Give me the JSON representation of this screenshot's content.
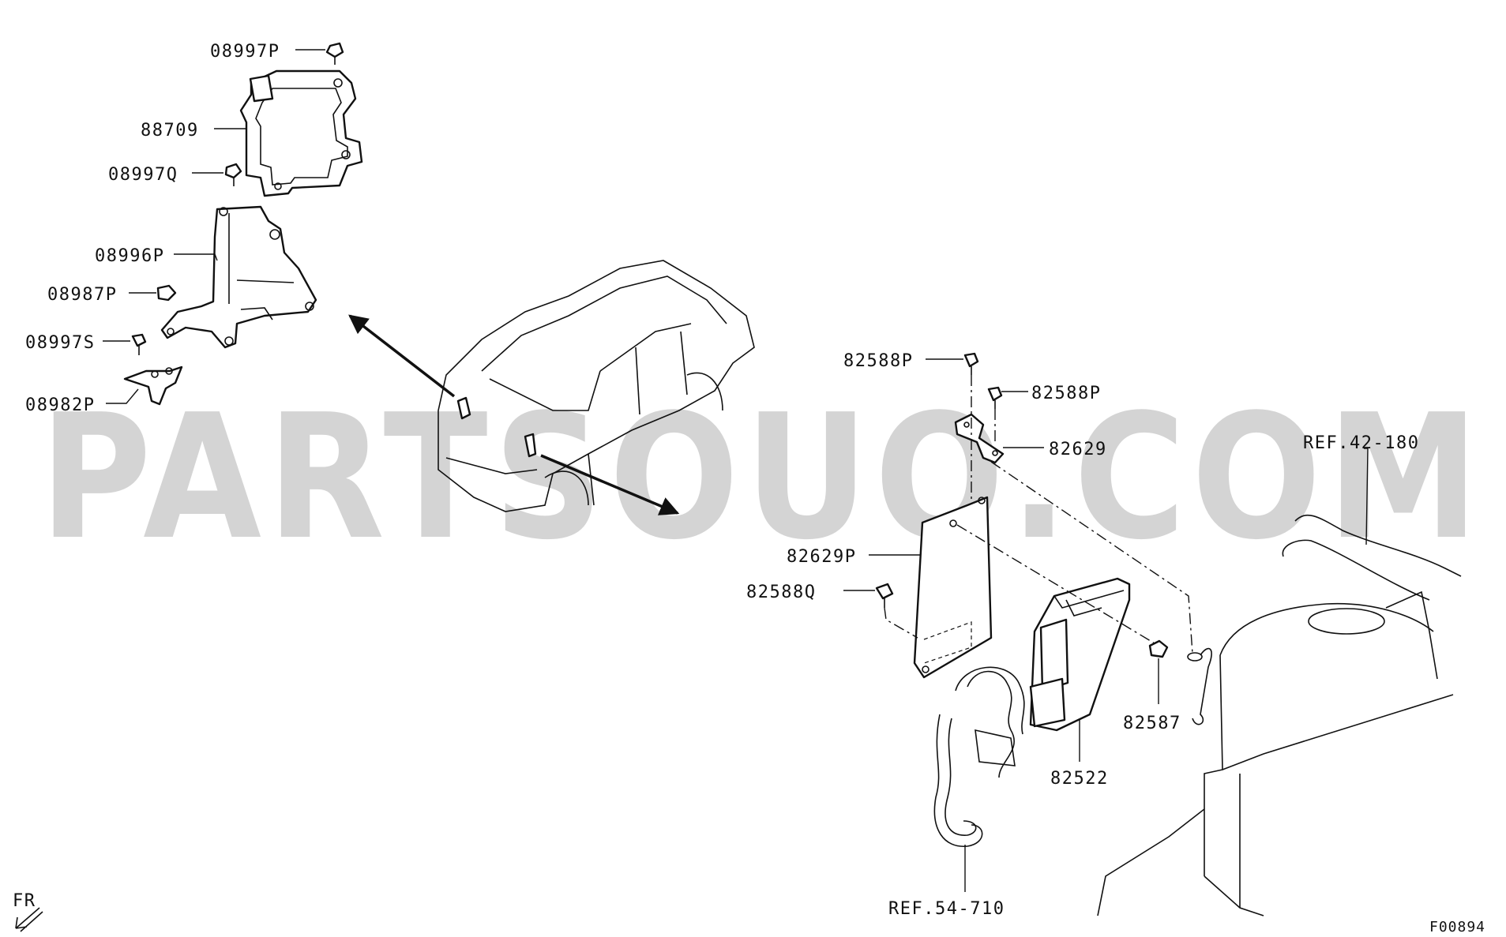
{
  "watermark": "PARTSOUQ.COM",
  "figure_code": "F00894",
  "orientation": "FR",
  "labels": {
    "p08997P": "08997P",
    "p88709": "88709",
    "p08997Q": "08997Q",
    "p08996P": "08996P",
    "p08987P": "08987P",
    "p08997S": "08997S",
    "p08982P": "08982P",
    "p82588P_a": "82588P",
    "p82588P_b": "82588P",
    "p82629": "82629",
    "ref42": "REF.42-180",
    "p82629P": "82629P",
    "p82588Q": "82588Q",
    "p82587": "82587",
    "p82522": "82522",
    "ref54": "REF.54-710"
  }
}
